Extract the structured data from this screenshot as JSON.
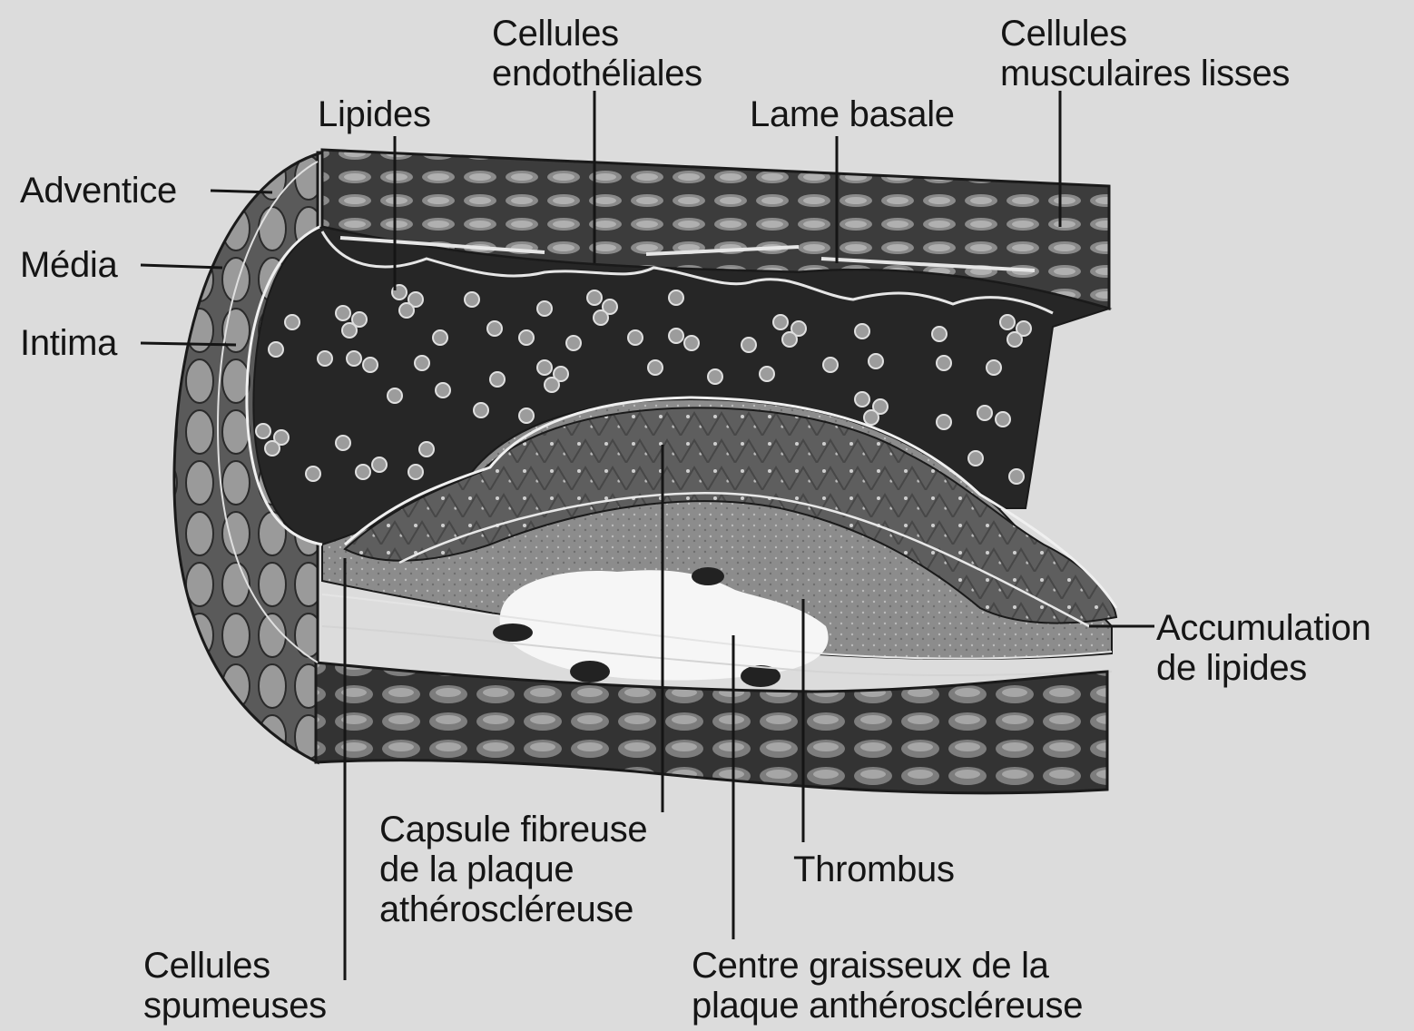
{
  "labels": {
    "cellules_endotheliales": [
      "Cellules",
      "endothéliales"
    ],
    "cellules_musculaires": [
      "Cellules",
      "musculaires lisses"
    ],
    "lipides": "Lipides",
    "lame_basale": "Lame basale",
    "adventice": "Adventice",
    "media": "Média",
    "intima": "Intima",
    "accumulation_lipides": [
      "Accumulation",
      "de lipides"
    ],
    "capsule_fibreuse": [
      "Capsule fibreuse",
      "de la plaque",
      "athéroscléreuse"
    ],
    "thrombus": "Thrombus",
    "cellules_spumeuses": [
      "Cellules",
      "spumeuses"
    ],
    "centre_graisseux": [
      "Centre graisseux de la",
      "plaque anthéroscléreuse"
    ]
  },
  "colors": {
    "background": "#dcdcdc",
    "lumen": "#2a2a2a",
    "wall": "#3a3a3a",
    "plaque": "#6a6a6a",
    "fatty_core": "#f4f4f4",
    "leader_line": "#151515"
  }
}
